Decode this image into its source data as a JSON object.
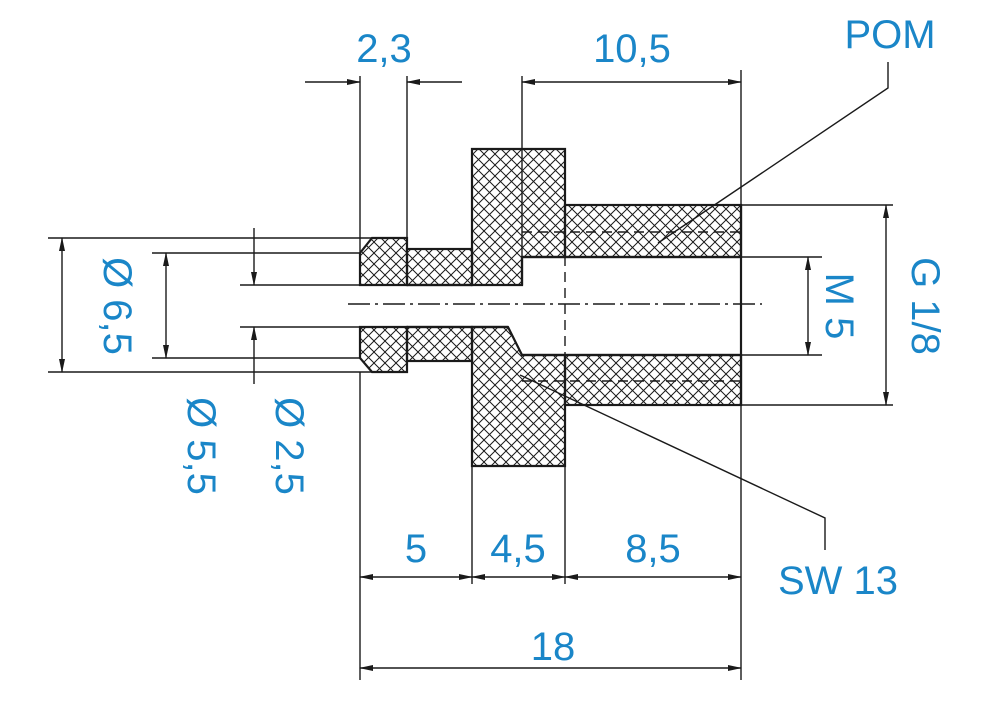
{
  "drawing": {
    "material_label": "POM",
    "dimensions": {
      "collar_width": "2,3",
      "bore_depth": "10,5",
      "outer_diameter": "Ø 6,5",
      "groove_diameter": "Ø 5,5",
      "through_hole_diameter": "Ø 2,5",
      "thread_internal": "M 5",
      "thread_external": "G 1/8",
      "segment_a": "5",
      "segment_b": "4,5",
      "segment_c": "8,5",
      "total_length": "18",
      "wrench_size": "SW 13"
    },
    "colors": {
      "dimension_text": "#1a86c8",
      "line": "#1a1a1a"
    }
  }
}
